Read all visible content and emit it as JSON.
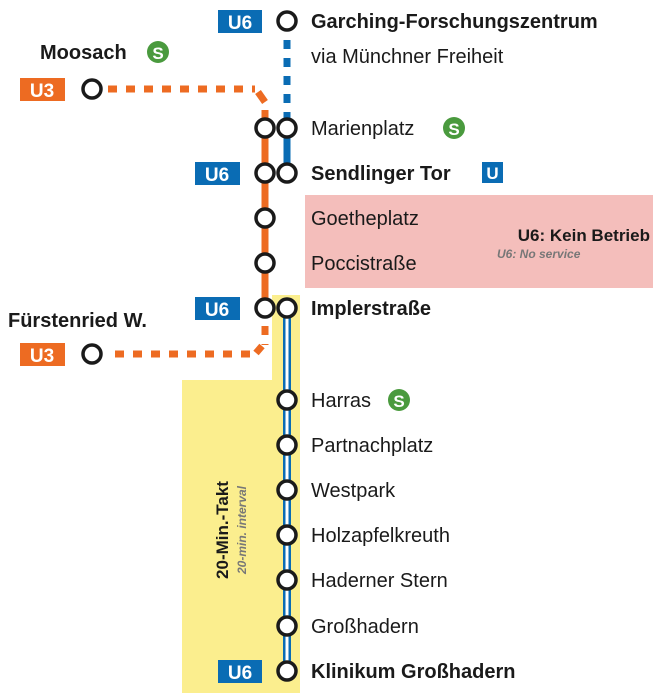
{
  "colors": {
    "u3": "#ED6B22",
    "u6": "#0A6CB4",
    "sbahn": "#4A9A3E",
    "closure": "#F4BEBB",
    "interval": "#FBEE8E"
  },
  "lines": {
    "u3": "U3",
    "u6": "U6"
  },
  "sbahn_symbol": "S",
  "ubahn_symbol": "U",
  "branches": {
    "moosach": "Moosach",
    "fuerstenried": "Fürstenried W."
  },
  "stations": {
    "garching": "Garching-Forschungszentrum",
    "via": "via Münchner Freiheit",
    "marienplatz": "Marienplatz",
    "sendlinger": "Sendlinger Tor",
    "goethe": "Goetheplatz",
    "pocci": "Poccistraße",
    "impler": "Implerstraße",
    "harras": "Harras",
    "partnach": "Partnachplatz",
    "westpark": "Westpark",
    "holzapfel": "Holzapfelkreuth",
    "haderner": "Haderner Stern",
    "grosshadern": "Großhadern",
    "klinikum": "Klinikum Großhadern"
  },
  "closure": {
    "title": "U6: Kein Betrieb",
    "subtitle": "U6: No service"
  },
  "interval": {
    "title": "20-Min.-Takt",
    "subtitle": "20-min. interval"
  }
}
